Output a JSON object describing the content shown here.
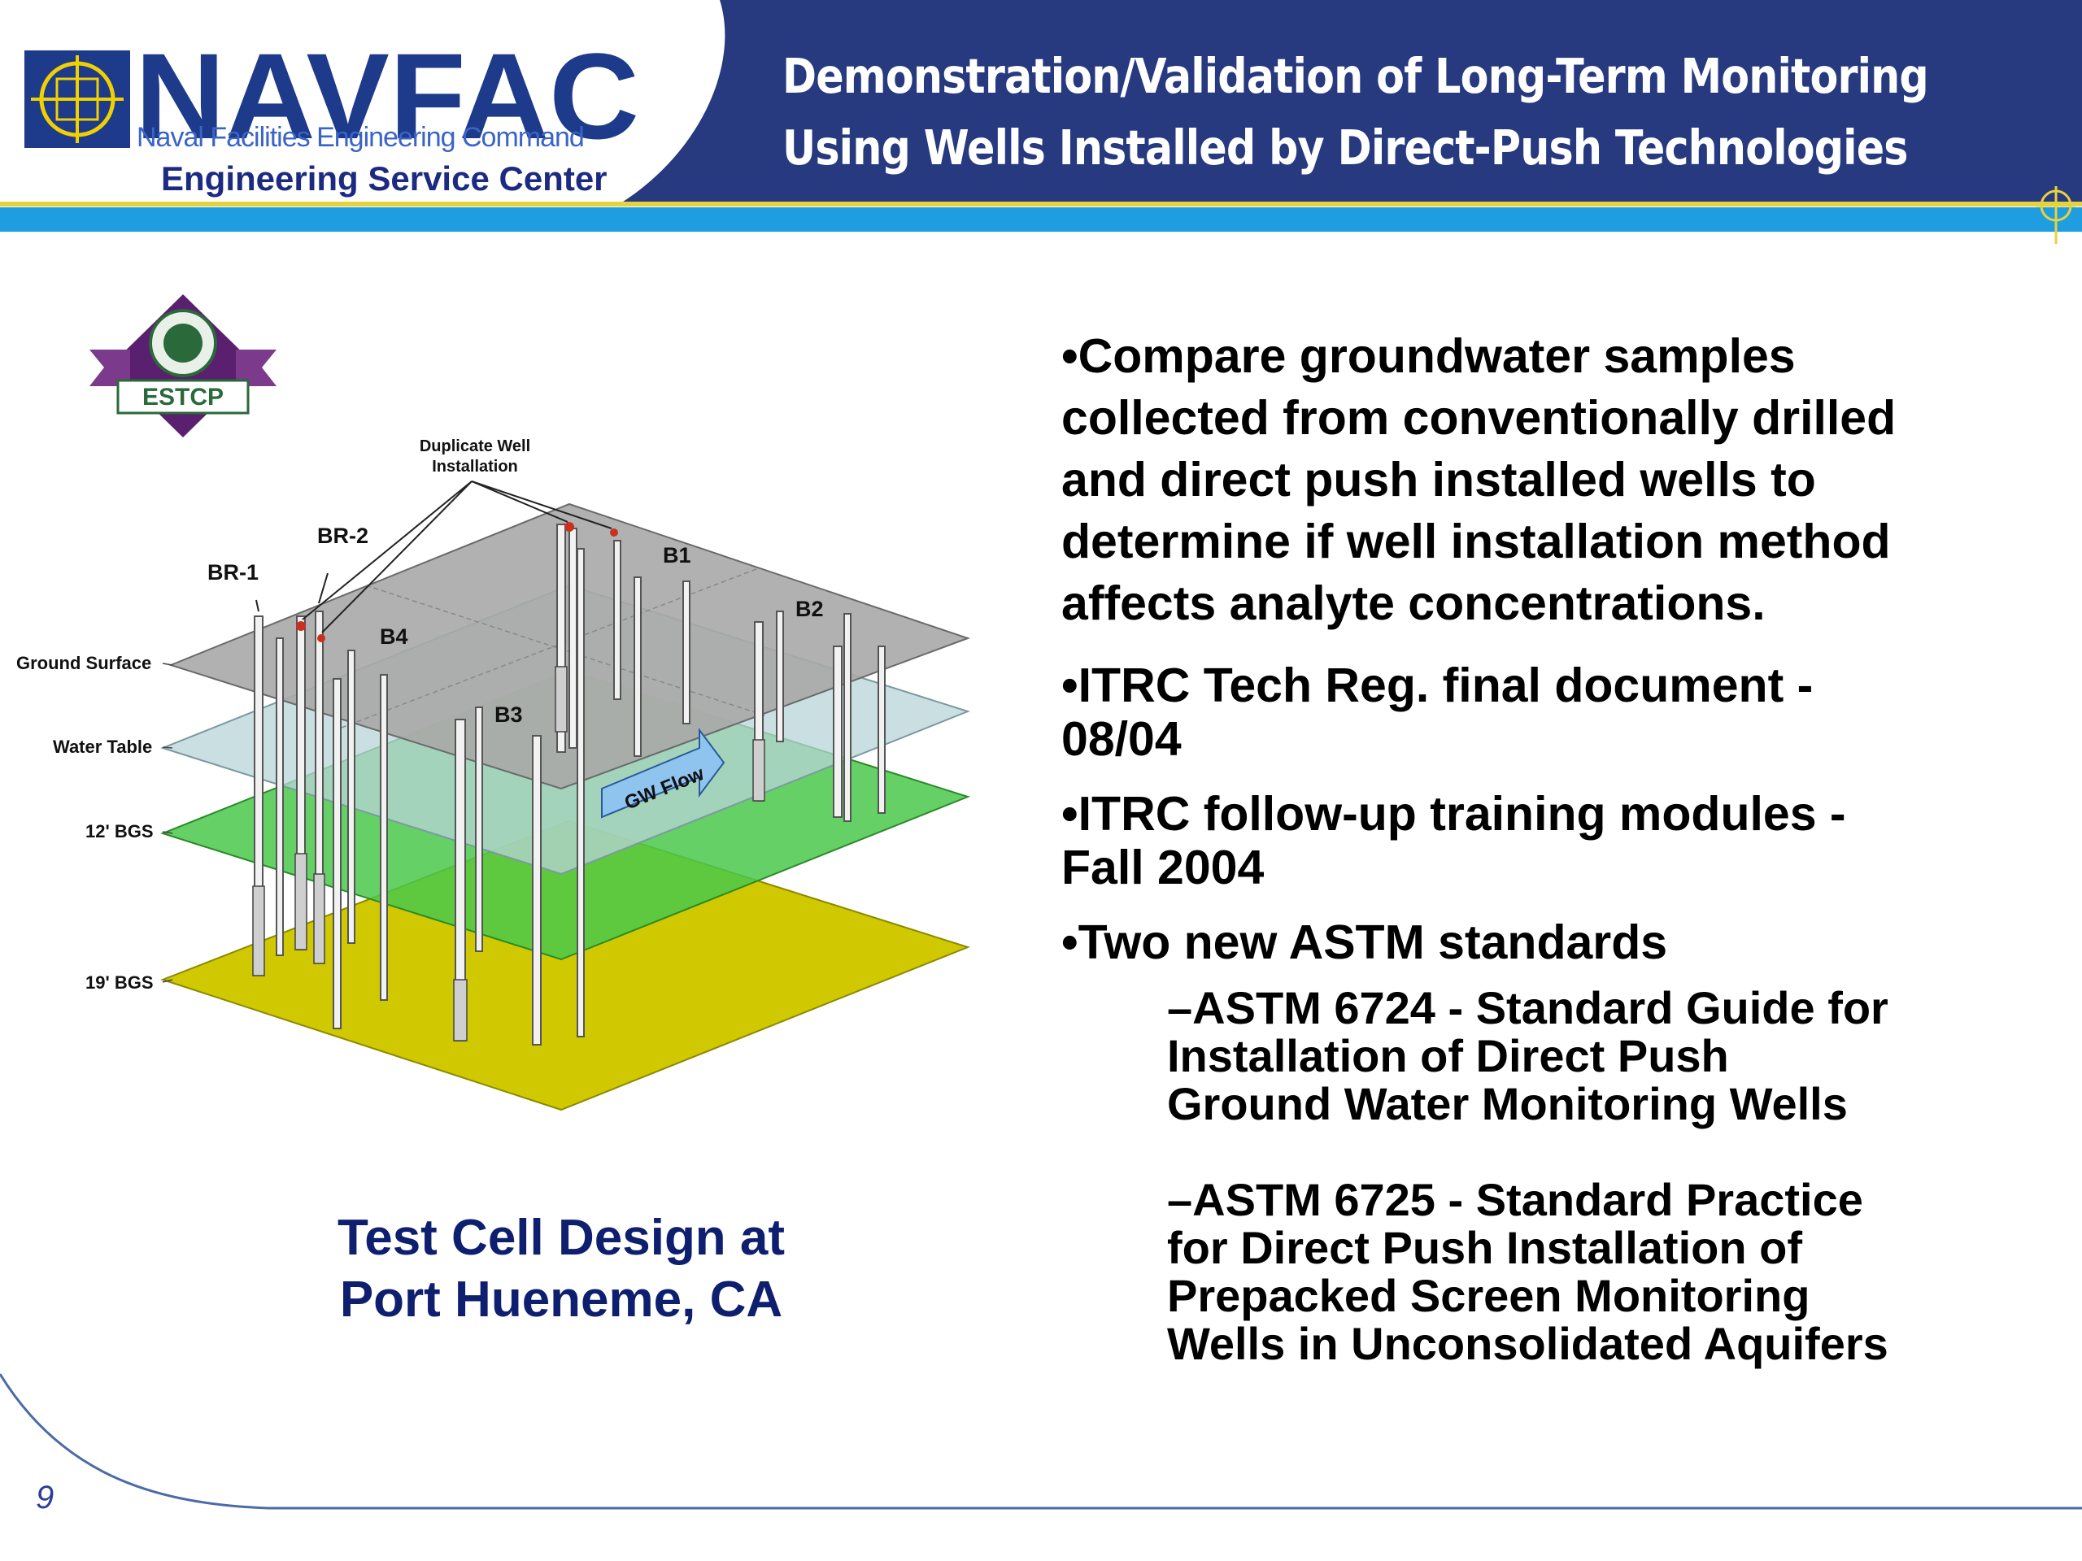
{
  "header": {
    "title_line1": "Demonstration/Validation of Long-Term Monitoring",
    "title_line2": "Using Wells Installed by Direct-Push Technologies",
    "colors": {
      "navy": "#27397f",
      "accent_blue": "#1e9ee0",
      "gold": "#e8d23c"
    }
  },
  "logo": {
    "wordmark": "NAVFAC",
    "subtitle": "Naval Facilities Engineering Command",
    "center": "Engineering Service Center"
  },
  "estcp_badge": {
    "text": "ESTCP"
  },
  "diagram": {
    "callout": "Duplicate Well Installation",
    "layers": {
      "ground_surface": "Ground Surface",
      "water_table": "Water Table",
      "bgs12": "12' BGS",
      "bgs19": "19' BGS"
    },
    "wells": {
      "br1": "BR-1",
      "br2": "BR-2",
      "b1": "B1",
      "b2": "B2",
      "b3": "B3",
      "b4": "B4"
    },
    "flow_label": "GW Flow"
  },
  "caption": {
    "line1": "Test Cell Design at",
    "line2": "Port Hueneme, CA"
  },
  "bullets": {
    "b1_l1": "•Compare groundwater samples",
    "b1_l2": "collected from conventionally drilled",
    "b1_l3": "and direct push installed wells to",
    "b1_l4": "determine if well installation method",
    "b1_l5": "affects analyte concentrations.",
    "b2_l1": "•ITRC Tech Reg. final document -",
    "b2_l2": "08/04",
    "b3_l1": "•ITRC follow-up training modules -",
    "b3_l2": "Fall 2004",
    "b4_l1": "•Two new ASTM standards",
    "s1_l1": "–ASTM 6724 - Standard Guide for",
    "s1_l2": "Installation of Direct Push",
    "s1_l3": "Ground Water Monitoring Wells",
    "s2_l1": "–ASTM 6725 - Standard Practice",
    "s2_l2": "for Direct Push Installation of",
    "s2_l3": "Prepacked Screen Monitoring",
    "s2_l4": "Wells in Unconsolidated Aquifers"
  },
  "page_number": "9"
}
